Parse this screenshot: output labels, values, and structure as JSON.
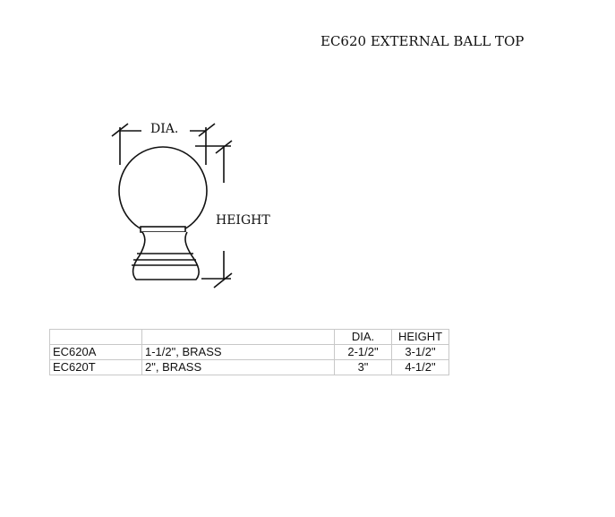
{
  "title": "EC620 EXTERNAL BALL TOP",
  "drawing": {
    "dia_label": "DIA.",
    "height_label": "HEIGHT"
  },
  "table": {
    "headers": [
      "",
      "",
      "DIA.",
      "HEIGHT"
    ],
    "rows": [
      {
        "part": "EC620A",
        "description": "1-1/2\", BRASS",
        "dia": "2-1/2\"",
        "height": "3-1/2\""
      },
      {
        "part": "EC620T",
        "description": "2\", BRASS",
        "dia": "3\"",
        "height": "4-1/2\""
      }
    ]
  }
}
